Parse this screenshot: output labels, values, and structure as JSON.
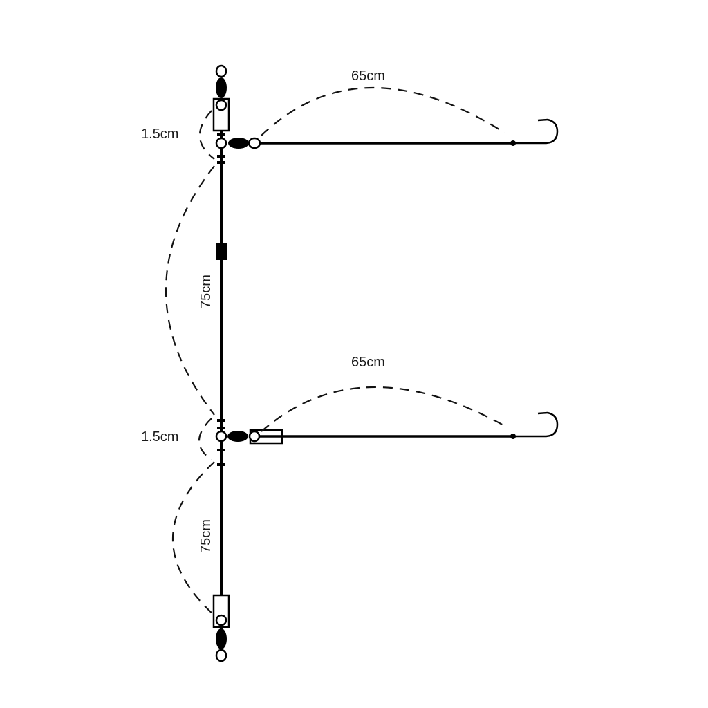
{
  "diagram": {
    "title": "Two-hook paternoster fishing rig",
    "colors": {
      "line": "#000000",
      "dash": "#111111",
      "background": "#ffffff",
      "text": "#1a1a1a"
    },
    "labels": {
      "top_snood_length": "65cm",
      "bottom_snood_length": "65cm",
      "top_gap": "1.5cm",
      "bottom_gap": "1.5cm",
      "main_upper_length": "75cm",
      "main_lower_length": "75cm"
    },
    "components": [
      {
        "name": "top-swivel",
        "type": "barrel-swivel"
      },
      {
        "name": "top-crimp-sleeve",
        "type": "sleeve"
      },
      {
        "name": "upper-dropper-swivel",
        "type": "three-way-swivel"
      },
      {
        "name": "upper-hook",
        "type": "hook"
      },
      {
        "name": "mid-bead",
        "type": "stop-bead"
      },
      {
        "name": "lower-dropper-swivel",
        "type": "three-way-swivel"
      },
      {
        "name": "lower-snood-sleeve",
        "type": "sleeve"
      },
      {
        "name": "lower-hook",
        "type": "hook"
      },
      {
        "name": "bottom-crimp-sleeve",
        "type": "sleeve"
      },
      {
        "name": "bottom-swivel",
        "type": "barrel-swivel"
      }
    ]
  }
}
